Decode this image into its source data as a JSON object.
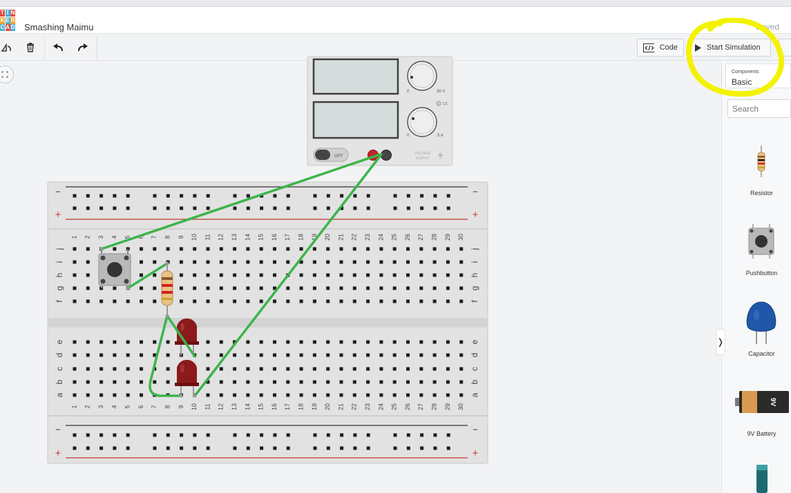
{
  "app": {
    "project_name": "Smashing Maimu",
    "save_status": "Saved",
    "logo_letters": [
      "T",
      "I",
      "N",
      "K",
      "E",
      "R",
      "C",
      "A",
      "D"
    ],
    "logo_colors": [
      "#e44c41",
      "#4cb0d7",
      "#e44c41",
      "#f0a02b",
      "#4cb0d7",
      "#f0a02b",
      "#4cb0d7",
      "#e44c41",
      "#4cb0d7"
    ]
  },
  "toolbar": {
    "code_label": "Code",
    "start_sim_label": "Start Simulation",
    "icons": [
      "rotate-icon",
      "trash-icon",
      "undo-icon",
      "redo-icon"
    ]
  },
  "sidebar": {
    "components_label": "Components",
    "components_value": "Basic",
    "search_placeholder": "Search",
    "items": [
      {
        "label": "Resistor"
      },
      {
        "label": "Pushbutton"
      },
      {
        "label": "Capacitor"
      },
      {
        "label": "9V Battery"
      }
    ],
    "battery_text": "9V"
  },
  "power_supply": {
    "switch_label": "OFF",
    "voltage_max": "30 V",
    "current_max": "5 A",
    "scale_min": "0",
    "cc_label": "CC",
    "brand_line1": "VOLTAGE",
    "brand_line2": "SUPPLY"
  },
  "breadboard": {
    "columns": 30,
    "rows_top": [
      "j",
      "i",
      "h",
      "g",
      "f"
    ],
    "rows_bottom": [
      "e",
      "d",
      "c",
      "b",
      "a"
    ],
    "rail_minus": "−",
    "rail_plus": "+"
  },
  "colors": {
    "wire": "#3cb44a",
    "led": "#8b1a1a",
    "highlight": "#f3f200",
    "rail_red": "#c0392b",
    "rail_black": "#333333"
  }
}
